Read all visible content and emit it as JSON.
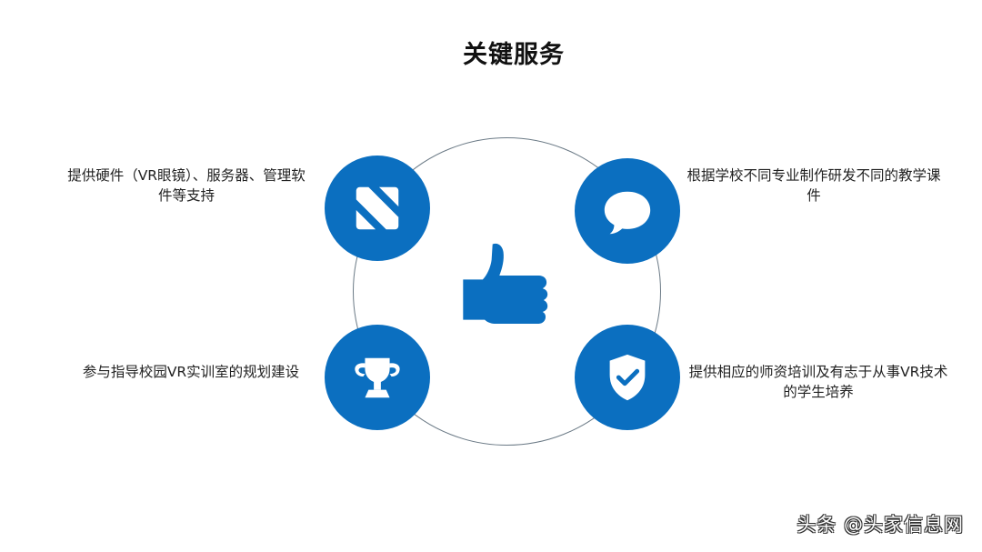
{
  "title": "关键服务",
  "colors": {
    "accent": "#0b6fc0",
    "ring": "#6b7a86",
    "text": "#222222"
  },
  "center_icon": "thumbs-up-icon",
  "services": [
    {
      "position": "top-left",
      "icon": "news-n-icon",
      "text": "提供硬件（VR眼镜）、服务器、管理软件等支持"
    },
    {
      "position": "top-right",
      "icon": "speech-bubble-icon",
      "text": "根据学校不同专业制作研发不同的教学课件"
    },
    {
      "position": "bottom-left",
      "icon": "trophy-icon",
      "text": "参与指导校园VR实训室的规划建设"
    },
    {
      "position": "bottom-right",
      "icon": "shield-check-icon",
      "text": "提供相应的师资培训及有志于从事VR技术的学生培养"
    }
  ],
  "watermark": "头条 @头家信息网"
}
